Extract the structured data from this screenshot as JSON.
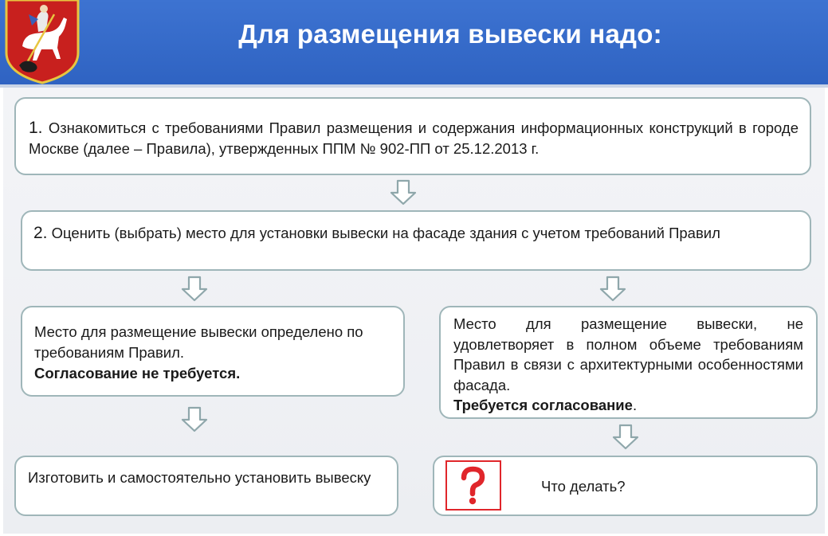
{
  "header": {
    "title": "Для размещения вывески надо:",
    "bg_color": "#3268c8",
    "emblem_icon": "moscow-coat-of-arms-icon"
  },
  "steps": {
    "step1": {
      "number": "1.",
      "text": "Ознакомиться с требованиями Правил размещения и содержания информационных конструкций в городе Москве (далее – Правила), утвержденных ППМ № 902-ПП от 25.12.2013 г."
    },
    "step2": {
      "number": "2.",
      "text": "Оценить (выбрать) место для установки вывески на фасаде здания с учетом требований Правил"
    }
  },
  "branches": {
    "left": {
      "text": "Место для размещение вывески определено по требованиям Правил.",
      "bold": "Согласование не требуется."
    },
    "right": {
      "text": "Место для размещение вывески, не удовлетворяет в полном объеме требованиям Правил в связи с архитектурными особенностями фасада.",
      "bold": "Требуется согласование",
      "suffix": "."
    }
  },
  "outcomes": {
    "left": {
      "text": "Изготовить и самостоятельно установить вывеску"
    },
    "right": {
      "text": "Что делать?",
      "icon": "question-mark-icon",
      "icon_color": "#e0262b"
    }
  },
  "colors": {
    "box_border": "#9fb6b9",
    "arrow_stroke": "#8fa7ab",
    "panel_bg": "#eef0f3"
  }
}
